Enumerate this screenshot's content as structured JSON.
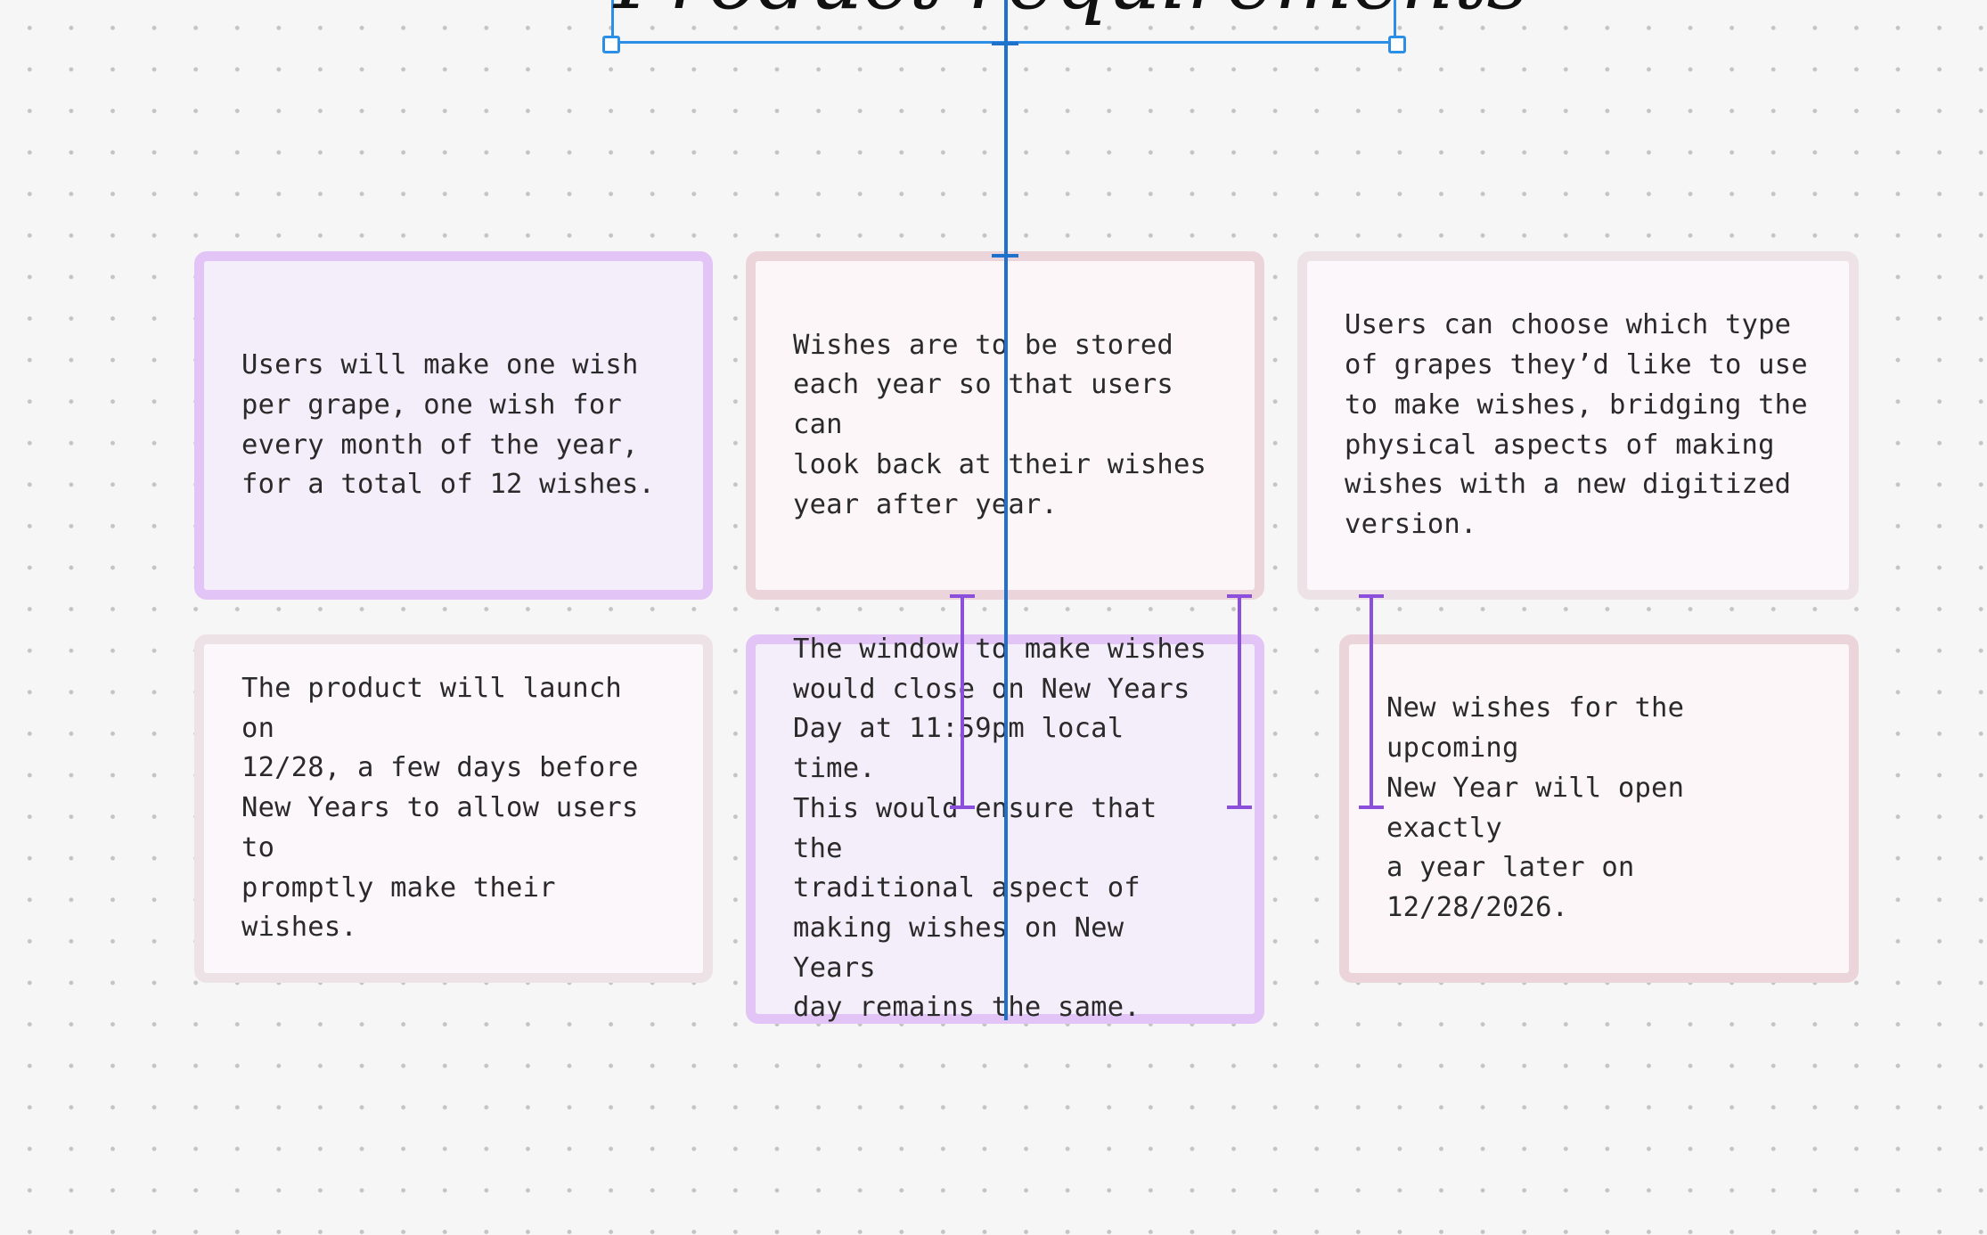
{
  "canvas": {
    "title": "Product requirements",
    "cards": [
      {
        "id": "grape-wishes",
        "text": "Users will make one wish\nper grape, one wish for\nevery month of the year,\nfor a total of 12 wishes."
      },
      {
        "id": "stored-wishes",
        "text": "Wishes are to be stored\neach year so that users can\nlook back at their wishes\nyear after year."
      },
      {
        "id": "grape-types",
        "text": "Users can choose which type\nof grapes they’d like to use\nto make wishes, bridging the\nphysical aspects of making\nwishes with a new digitized\nversion."
      },
      {
        "id": "launch-date",
        "text": "The product will launch on\n12/28, a few days before\nNew Years to allow users to\npromptly make their\nwishes."
      },
      {
        "id": "wish-window",
        "text": "The window to make wishes\nwould close on New Years\nDay at 11:59pm local time.\nThis would ensure that the\ntraditional aspect of\nmaking wishes on New Years\nday remains the same."
      },
      {
        "id": "next-year",
        "text": "New wishes for the upcoming\nNew Year will open exactly\na year later on 12/28/2026."
      }
    ]
  },
  "colors": {
    "selection": "#2d8ee6",
    "guide": "#1f72cc",
    "spacing_guide": "#8c4fdc",
    "violet_fill": "#f4eefa",
    "violet_border": "#e2c5f6",
    "rose_fill": "#fcf6f8",
    "rose_border": "#ecd4db",
    "blush_fill": "#fcf7fa",
    "blush_border": "#ede3e7"
  }
}
